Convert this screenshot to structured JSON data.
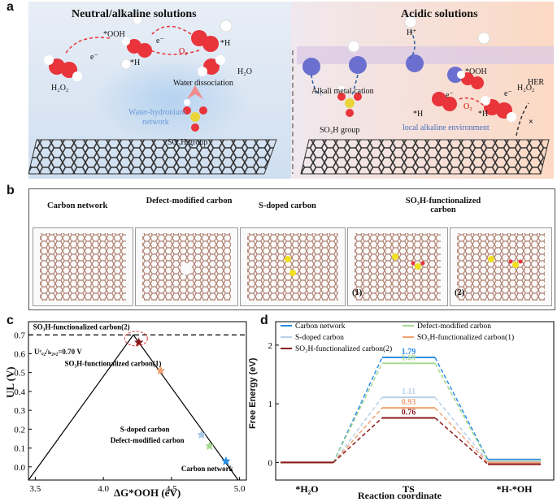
{
  "panel_a": {
    "letter": "a",
    "left_title": "Neutral/alkaline solutions",
    "right_title": "Acidic solutions",
    "left_labels": {
      "ooh": "*OOH",
      "e1": "e⁻",
      "e2": "e⁻",
      "h_star1": "*H",
      "h_star2": "*H",
      "o2": "O₂",
      "h2o": "H₂O",
      "h2o2": "H₂O₂",
      "water_dissociation": "Water dissociation",
      "network_line1": "Water-hydronium",
      "network_line2": "network",
      "so3h": "SO₃H group"
    },
    "right_labels": {
      "hplus": "H⁺",
      "cation": "Alkali metal cation",
      "ooh": "*OOH",
      "e1": "e⁻",
      "e2": "e⁻",
      "o2": "O₂",
      "h_star1": "*H",
      "h_star2": "*H",
      "h2o2": "H₂O₂",
      "her": "HER",
      "so3h": "SO₃H group",
      "local_env": "local alkaline environment",
      "x_mark": "×"
    },
    "colors": {
      "left_bg": "#dde9f4",
      "right_bg": "#fbe3d6",
      "oxygen": "#e8343a",
      "cation": "#6b6fcf",
      "sulfur": "#e9d43a"
    }
  },
  "panel_b": {
    "letter": "b",
    "titles": [
      "Carbon network",
      "Defect-modified carbon",
      "S-doped carbon",
      "SO₃H-functionalized carbon"
    ],
    "sub_labels": [
      "(1)",
      "(2)"
    ]
  },
  "panel_c": {
    "letter": "c",
    "dashed_label": "Uᵉₒ₂/ₕ₂ₒ₂=0.70 V",
    "points": [
      {
        "label": "SO₃H-functionalized carbon(2)",
        "x": 4.26,
        "y": 0.66,
        "color": "#8b1a1a"
      },
      {
        "label": "SO₃H-functionalized carbon(1)",
        "x": 4.42,
        "y": 0.51,
        "color": "#f0a070"
      },
      {
        "label": "S-doped carbon",
        "x": 4.72,
        "y": 0.17,
        "color": "#a8c8e8"
      },
      {
        "label": "Defect-modified carbon",
        "x": 4.78,
        "y": 0.11,
        "color": "#a8d890"
      },
      {
        "label": "Carbon network",
        "x": 4.9,
        "y": 0.03,
        "color": "#2a8ee6"
      }
    ],
    "xlabel": "ΔG*OOH (eV)",
    "ylabel": "UL (V)",
    "xticks": [
      "3.5",
      "4.0",
      "4.5",
      "5.0"
    ],
    "yticks": [
      "0.0",
      "0.1",
      "0.2",
      "0.3",
      "0.4",
      "0.5",
      "0.6",
      "0.7"
    ]
  },
  "panel_d": {
    "letter": "d",
    "legend": [
      {
        "label": "Carbon network",
        "color": "#2a8ee6"
      },
      {
        "label": "Defect-modified carbon",
        "color": "#a8d890"
      },
      {
        "label": "S-doped carbon",
        "color": "#b8d0ea"
      },
      {
        "label": "SO₃H-functionalized carbon(1)",
        "color": "#f0a070"
      },
      {
        "label": "SO₃H-functionalized carbon(2)",
        "color": "#8b1a1a"
      }
    ],
    "ts_values": [
      "1.79",
      "1.69",
      "1.11",
      "0.93",
      "0.76"
    ],
    "xticks": [
      "*H₂O",
      "TS",
      "*H-*OH"
    ],
    "yticks": [
      "0",
      "1",
      "2"
    ],
    "ylabel": "Free Energy (eV)",
    "xlabel": "Reaction coordinate"
  },
  "chart_data": [
    {
      "type": "scatter",
      "title": "",
      "xlabel": "ΔG*OOH (eV)",
      "ylabel": "UL (V)",
      "xlim": [
        3.45,
        5.05
      ],
      "ylim": [
        -0.07,
        0.77
      ],
      "series": [
        {
          "name": "Carbon network",
          "x": [
            4.9
          ],
          "y": [
            0.03
          ]
        },
        {
          "name": "Defect-modified carbon",
          "x": [
            4.78
          ],
          "y": [
            0.11
          ]
        },
        {
          "name": "S-doped carbon",
          "x": [
            4.72
          ],
          "y": [
            0.17
          ]
        },
        {
          "name": "SO₃H-functionalized carbon(1)",
          "x": [
            4.42
          ],
          "y": [
            0.51
          ]
        },
        {
          "name": "SO₃H-functionalized carbon(2)",
          "x": [
            4.26
          ],
          "y": [
            0.66
          ]
        }
      ]
    },
    {
      "type": "line",
      "title": "",
      "xlabel": "Reaction coordinate",
      "ylabel": "Free Energy (eV)",
      "categories": [
        "*H₂O",
        "TS",
        "*H-*OH"
      ],
      "ylim": [
        -0.3,
        2.4
      ],
      "series": [
        {
          "name": "Carbon network",
          "values": [
            0,
            1.79,
            0.05
          ]
        },
        {
          "name": "Defect-modified carbon",
          "values": [
            0,
            1.69,
            0.03
          ]
        },
        {
          "name": "S-doped carbon",
          "values": [
            0,
            1.11,
            0.02
          ]
        },
        {
          "name": "SO₃H-functionalized carbon(1)",
          "values": [
            0,
            0.93,
            0.0
          ]
        },
        {
          "name": "SO₃H-functionalized carbon(2)",
          "values": [
            0,
            0.76,
            -0.03
          ]
        }
      ]
    }
  ]
}
